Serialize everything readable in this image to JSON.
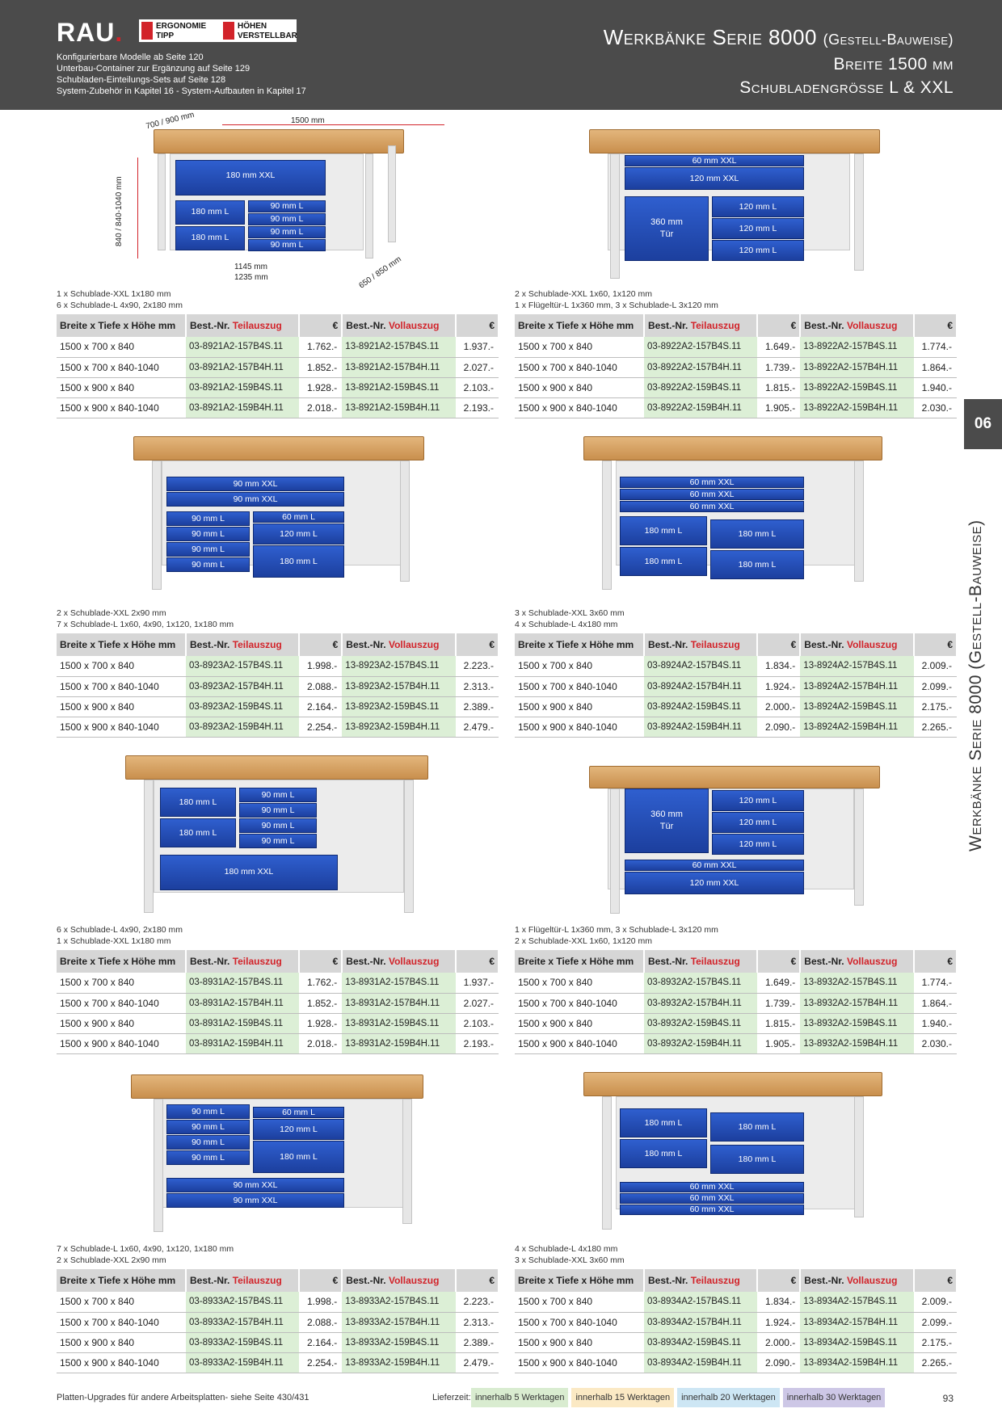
{
  "header": {
    "logo": "RAU",
    "logo_dot": ".",
    "badge1": [
      "ERGONOMIE",
      "TIPP"
    ],
    "badge2": [
      "HÖHEN",
      "VERSTELLBAR"
    ],
    "links": [
      "Konfigurierbare Modelle ab Seite 120",
      "Unterbau-Container zur Ergänzung auf Seite 129",
      "Schubladen-Einteilungs-Sets auf Seite 128",
      "System-Zubehör in Kapitel 16  -  System-Aufbauten in Kapitel 17"
    ],
    "title_main": "Werkbänke Serie 8000",
    "title_paren": "(Gestell-Bauweise)",
    "title_sub1": "Breite 1500 mm",
    "title_sub2": "Schubladengrösse L & XXL"
  },
  "chapter": "06",
  "side_title": "Werkbänke Serie 8000 (Gestell-Bauweise)",
  "dims": {
    "depth": "700 / 900 mm",
    "width": "1500 mm",
    "height": "840 / 840-1040 mm",
    "inner1": "1145 mm",
    "inner2": "1235 mm",
    "foot": "650 / 850 mm"
  },
  "table_header": {
    "col1": "Breite x Tiefe x Höhe mm",
    "col2a": "Best.-Nr. ",
    "col2b": "Teilauszug",
    "col3": "€",
    "col4a": "Best.-Nr. ",
    "col4b": "Vollauszug",
    "col5": "€"
  },
  "dims_rows": [
    "1500 x 700 x 840",
    "1500 x 700 x 840-1040",
    "1500 x 900 x 840",
    "1500 x 900 x 840-1040"
  ],
  "products": [
    {
      "caption": [
        "1 x Schublade-XXL 1x180 mm",
        "6 x Schublade-L 4x90, 2x180 mm"
      ],
      "drawers": [
        "180 mm XXL",
        "180 mm L",
        "180 mm L",
        "90 mm L",
        "90 mm L",
        "90 mm L",
        "90 mm L"
      ],
      "rows": [
        [
          "03-8921A2-157B4S.11",
          "1.762.-",
          "13-8921A2-157B4S.11",
          "1.937.-"
        ],
        [
          "03-8921A2-157B4H.11",
          "1.852.-",
          "13-8921A2-157B4H.11",
          "2.027.-"
        ],
        [
          "03-8921A2-159B4S.11",
          "1.928.-",
          "13-8921A2-159B4S.11",
          "2.103.-"
        ],
        [
          "03-8921A2-159B4H.11",
          "2.018.-",
          "13-8921A2-159B4H.11",
          "2.193.-"
        ]
      ]
    },
    {
      "caption": [
        "2 x Schublade-XXL 1x60, 1x120 mm",
        "1 x Flügeltür-L 1x360 mm, 3 x Schublade-L 3x120 mm"
      ],
      "drawers": [
        "60 mm XXL",
        "120 mm XXL",
        "360 mm",
        "Tür",
        "120 mm L",
        "120 mm L",
        "120 mm L"
      ],
      "rows": [
        [
          "03-8922A2-157B4S.11",
          "1.649.-",
          "13-8922A2-157B4S.11",
          "1.774.-"
        ],
        [
          "03-8922A2-157B4H.11",
          "1.739.-",
          "13-8922A2-157B4H.11",
          "1.864.-"
        ],
        [
          "03-8922A2-159B4S.11",
          "1.815.-",
          "13-8922A2-159B4S.11",
          "1.940.-"
        ],
        [
          "03-8922A2-159B4H.11",
          "1.905.-",
          "13-8922A2-159B4H.11",
          "2.030.-"
        ]
      ]
    },
    {
      "caption": [
        "2 x Schublade-XXL 2x90 mm",
        "7 x Schublade-L 1x60, 4x90, 1x120, 1x180 mm"
      ],
      "drawers": [
        "90 mm XXL",
        "90 mm XXL",
        "90 mm L",
        "90 mm L",
        "90 mm L",
        "90 mm L",
        "60 mm L",
        "120 mm L",
        "180 mm L"
      ],
      "rows": [
        [
          "03-8923A2-157B4S.11",
          "1.998.-",
          "13-8923A2-157B4S.11",
          "2.223.-"
        ],
        [
          "03-8923A2-157B4H.11",
          "2.088.-",
          "13-8923A2-157B4H.11",
          "2.313.-"
        ],
        [
          "03-8923A2-159B4S.11",
          "2.164.-",
          "13-8923A2-159B4S.11",
          "2.389.-"
        ],
        [
          "03-8923A2-159B4H.11",
          "2.254.-",
          "13-8923A2-159B4H.11",
          "2.479.-"
        ]
      ]
    },
    {
      "caption": [
        "3 x Schublade-XXL 3x60 mm",
        "4 x Schublade-L 4x180 mm"
      ],
      "drawers": [
        "60 mm XXL",
        "60 mm XXL",
        "60 mm XXL",
        "180 mm L",
        "180 mm L",
        "180 mm L",
        "180 mm L"
      ],
      "rows": [
        [
          "03-8924A2-157B4S.11",
          "1.834.-",
          "13-8924A2-157B4S.11",
          "2.009.-"
        ],
        [
          "03-8924A2-157B4H.11",
          "1.924.-",
          "13-8924A2-157B4H.11",
          "2.099.-"
        ],
        [
          "03-8924A2-159B4S.11",
          "2.000.-",
          "13-8924A2-159B4S.11",
          "2.175.-"
        ],
        [
          "03-8924A2-159B4H.11",
          "2.090.-",
          "13-8924A2-159B4H.11",
          "2.265.-"
        ]
      ]
    },
    {
      "caption": [
        "6 x Schublade-L 4x90, 2x180 mm",
        "1 x Schublade-XXL 1x180 mm"
      ],
      "drawers": [
        "180 mm L",
        "180 mm L",
        "90 mm L",
        "90 mm L",
        "90 mm L",
        "90 mm L",
        "180 mm XXL"
      ],
      "rows": [
        [
          "03-8931A2-157B4S.11",
          "1.762.-",
          "13-8931A2-157B4S.11",
          "1.937.-"
        ],
        [
          "03-8931A2-157B4H.11",
          "1.852.-",
          "13-8931A2-157B4H.11",
          "2.027.-"
        ],
        [
          "03-8931A2-159B4S.11",
          "1.928.-",
          "13-8931A2-159B4S.11",
          "2.103.-"
        ],
        [
          "03-8931A2-159B4H.11",
          "2.018.-",
          "13-8931A2-159B4H.11",
          "2.193.-"
        ]
      ]
    },
    {
      "caption": [
        "1 x Flügeltür-L 1x360 mm, 3 x Schublade-L 3x120 mm",
        "2 x Schublade-XXL 1x60, 1x120 mm"
      ],
      "drawers": [
        "360 mm",
        "Tür",
        "120 mm L",
        "120 mm L",
        "120 mm L",
        "60 mm XXL",
        "120 mm XXL"
      ],
      "rows": [
        [
          "03-8932A2-157B4S.11",
          "1.649.-",
          "13-8932A2-157B4S.11",
          "1.774.-"
        ],
        [
          "03-8932A2-157B4H.11",
          "1.739.-",
          "13-8932A2-157B4H.11",
          "1.864.-"
        ],
        [
          "03-8932A2-159B4S.11",
          "1.815.-",
          "13-8932A2-159B4S.11",
          "1.940.-"
        ],
        [
          "03-8932A2-159B4H.11",
          "1.905.-",
          "13-8932A2-159B4H.11",
          "2.030.-"
        ]
      ]
    },
    {
      "caption": [
        "7 x Schublade-L 1x60, 4x90, 1x120, 1x180 mm",
        "2 x Schublade-XXL 2x90 mm"
      ],
      "drawers": [
        "90 mm L",
        "90 mm L",
        "90 mm L",
        "90 mm L",
        "60 mm L",
        "120 mm L",
        "180 mm L",
        "90 mm XXL",
        "90 mm XXL"
      ],
      "rows": [
        [
          "03-8933A2-157B4S.11",
          "1.998.-",
          "13-8933A2-157B4S.11",
          "2.223.-"
        ],
        [
          "03-8933A2-157B4H.11",
          "2.088.-",
          "13-8933A2-157B4H.11",
          "2.313.-"
        ],
        [
          "03-8933A2-159B4S.11",
          "2.164.-",
          "13-8933A2-159B4S.11",
          "2.389.-"
        ],
        [
          "03-8933A2-159B4H.11",
          "2.254.-",
          "13-8933A2-159B4H.11",
          "2.479.-"
        ]
      ]
    },
    {
      "caption": [
        "4 x Schublade-L 4x180 mm",
        "3 x Schublade-XXL 3x60 mm"
      ],
      "drawers": [
        "180 mm L",
        "180 mm L",
        "180 mm L",
        "180 mm L",
        "60 mm XXL",
        "60 mm XXL",
        "60 mm XXL"
      ],
      "rows": [
        [
          "03-8934A2-157B4S.11",
          "1.834.-",
          "13-8934A2-157B4S.11",
          "2.009.-"
        ],
        [
          "03-8934A2-157B4H.11",
          "1.924.-",
          "13-8934A2-157B4H.11",
          "2.099.-"
        ],
        [
          "03-8934A2-159B4S.11",
          "2.000.-",
          "13-8934A2-159B4S.11",
          "2.175.-"
        ],
        [
          "03-8934A2-159B4H.11",
          "2.090.-",
          "13-8934A2-159B4H.11",
          "2.265.-"
        ]
      ]
    }
  ],
  "footer": {
    "note": "Platten-Upgrades für andere Arbeitsplatten- siehe Seite 430/431",
    "delivery_label": "Lieferzeit:",
    "delivery": [
      {
        "label": "innerhalb 5 Werktagen",
        "color": "#d9ecd0"
      },
      {
        "label": "innerhalb 15 Werktagen",
        "color": "#fbe9c4"
      },
      {
        "label": "innerhalb 20 Werktagen",
        "color": "#cde6f4"
      },
      {
        "label": "innerhalb 30 Werktagen",
        "color": "#cdc7e6"
      }
    ],
    "page": "93"
  }
}
